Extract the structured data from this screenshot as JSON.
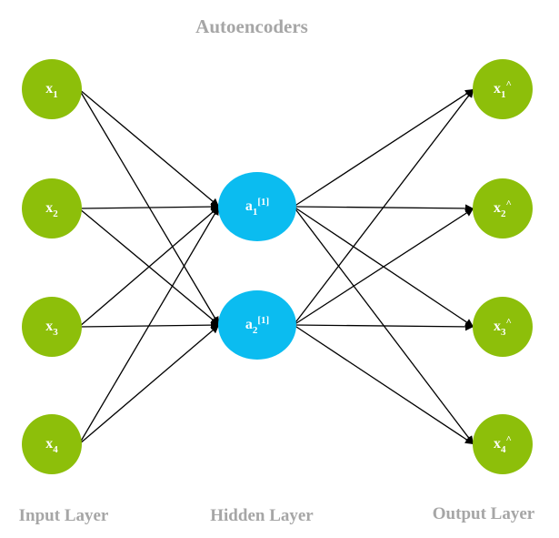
{
  "diagram": {
    "title": "Autoencoders",
    "colors": {
      "input_node": "#8dbf0a",
      "hidden_node": "#0bbcf0",
      "output_node": "#8dbf0a",
      "edge": "#000000",
      "node_text": "#ffffff",
      "label_text": "#a6a6a6"
    },
    "layers": [
      {
        "id": "input",
        "label": "Input Layer",
        "nodes": [
          {
            "base": "x",
            "sub": "1",
            "sup": ""
          },
          {
            "base": "x",
            "sub": "2",
            "sup": ""
          },
          {
            "base": "x",
            "sub": "3",
            "sup": ""
          },
          {
            "base": "x",
            "sub": "4",
            "sup": ""
          }
        ]
      },
      {
        "id": "hidden",
        "label": "Hidden Layer",
        "nodes": [
          {
            "base": "a",
            "sub": "1",
            "sup": "[1]"
          },
          {
            "base": "a",
            "sub": "2",
            "sup": "[1]"
          }
        ]
      },
      {
        "id": "output",
        "label": "Output Layer",
        "nodes": [
          {
            "base": "x",
            "sub": "1",
            "sup": "^"
          },
          {
            "base": "x",
            "sub": "2",
            "sup": "^"
          },
          {
            "base": "x",
            "sub": "3",
            "sup": "^"
          },
          {
            "base": "x",
            "sub": "4",
            "sup": "^"
          }
        ]
      }
    ],
    "connections": "fully-connected between adjacent layers, arrows pointing toward the next layer"
  }
}
